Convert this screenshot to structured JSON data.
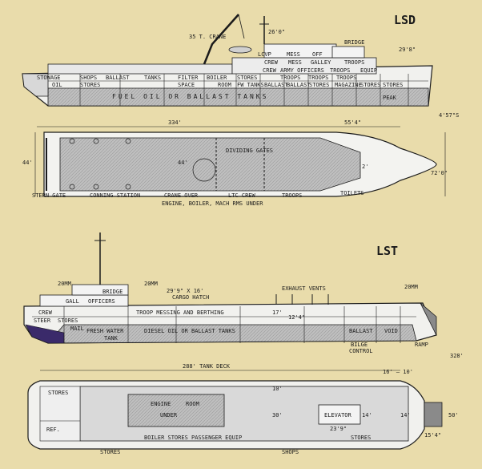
{
  "lsd": {
    "title": "LSD",
    "profile": {
      "crane": "35 T. CRANE",
      "mast_height": "26'0\"",
      "bridge": "BRIDGE",
      "bow_height": "29'8\"",
      "lcvp": "LCVP",
      "stowage": "STOWAGE",
      "shops": "SHOPS",
      "ballast": "BALLAST",
      "tanks": "TANKS",
      "filter": "FILTER",
      "space": "SPACE",
      "boiler": "BOILER",
      "stores": "STORES",
      "room": "ROOM",
      "fw_tanks": "FW TANKS",
      "crew": "CREW",
      "mess": "MESS",
      "off": "OFF",
      "galley": "GALLEY",
      "troops": "TROOPS",
      "army_officers": "ARMY OFFICERS",
      "equip": "EQUIP",
      "magazine": "MAGAZINE",
      "oil": "OIL",
      "fuel_oil_ballast": "FUEL OIL OR BALLAST TANKS",
      "peak": "PEAK",
      "stern_depth": "4'57\"S"
    },
    "plan": {
      "length": "334'",
      "forward_length": "55'4\"",
      "beam_left": "44'",
      "beam_center": "44'",
      "beam_right": "72'0\"",
      "width_small": "2'",
      "dividing_gates": "DIVIDING GATES",
      "stern_gate": "STERN GATE",
      "conning_station": "CONNING STATION",
      "crane_over": "CRANE OVER",
      "ltc_crew": "LTC CREW",
      "troops": "TROOPS",
      "toilets": "TOILETS",
      "engine_note": "ENGINE, BOILER, MACH RMS UNDER"
    }
  },
  "lst": {
    "title": "LST",
    "profile": {
      "gun_left": "20MM",
      "gun_mid": "20MM",
      "gun_right": "20MM",
      "bridge": "BRIDGE",
      "hatch_size": "29'9\" X 16'",
      "cargo_hatch": "CARGO HATCH",
      "exhaust": "EXHAUST VENTS",
      "gall": "GALL",
      "officers": "OFFICERS",
      "crew": "CREW",
      "troop_messing": "TROOP MESSING AND BERTHING",
      "steer": "STEER",
      "stores": "STORES",
      "mail": "MAIL",
      "fresh_water": "FRESH WATER",
      "tank": "TANK",
      "diesel": "DIESEL OIL OR BALLAST TANKS",
      "dim_17": "17'",
      "dim_12": "12'4\"",
      "ballast": "BALLAST",
      "void": "VOID",
      "bilge": "BILGE",
      "control": "CONTROL",
      "ramp": "RAMP",
      "total_length": "328'"
    },
    "plan": {
      "tank_deck": "288' TANK DECK",
      "bow_dims": "16' — 10'",
      "width_10": "10'",
      "width_30": "30'",
      "engine": "ENGINE",
      "room": "ROOM",
      "under": "UNDER",
      "elevator": "ELEVATOR",
      "elevator_len": "23'9\"",
      "elevator_wid": "14'",
      "ramp_w": "14'",
      "beam": "50'",
      "beam2": "15'4\"",
      "stores_top": "STORES",
      "ref": "REF.",
      "boiler_stores": "BOILER STORES PASSENGER EQUIP",
      "stores_right": "STORES",
      "stores_bottom": "STORES",
      "shops": "SHOPS"
    }
  }
}
